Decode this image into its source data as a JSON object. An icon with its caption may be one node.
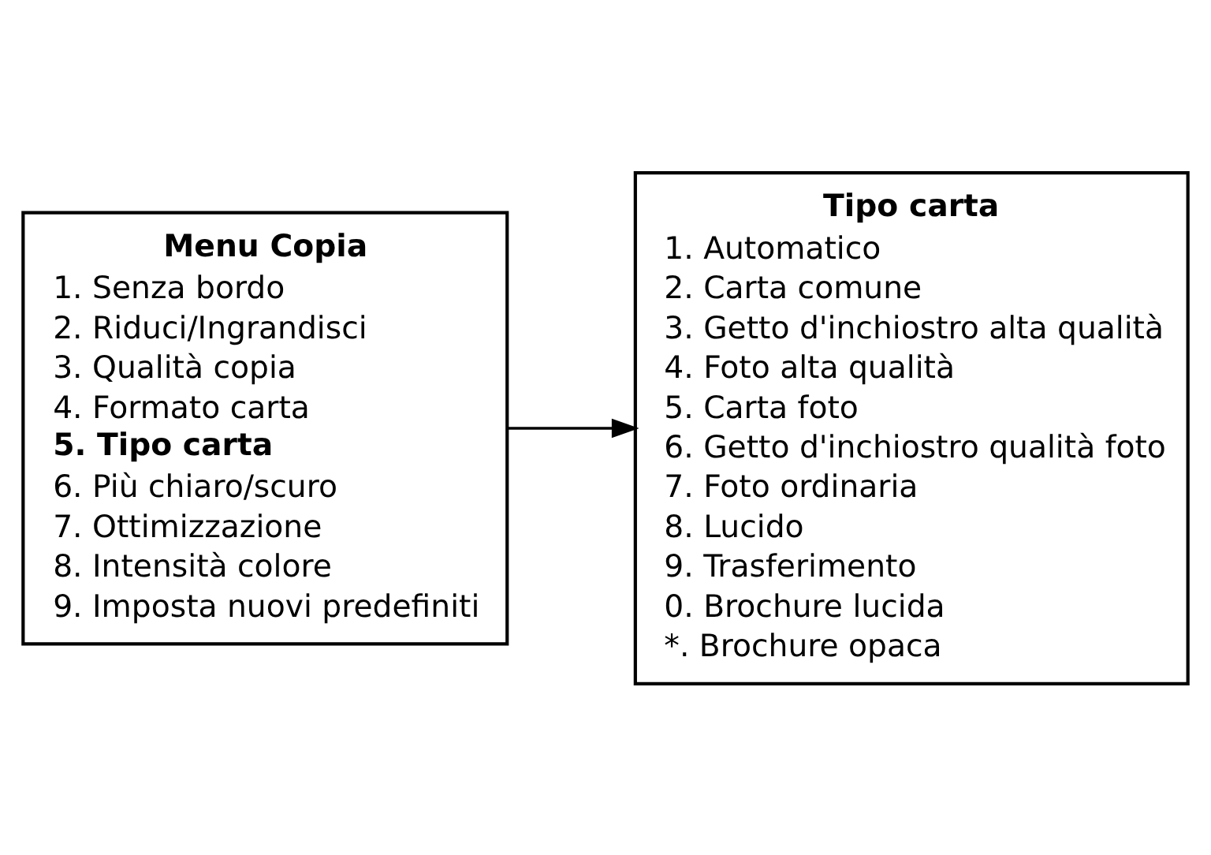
{
  "diagram": {
    "nodes": [
      {
        "text": [
          "Menu Copia",
          "1. Senza bordo",
          "2. Riduci/Ingrandisci",
          "3. Qualità copia",
          "4. Formato carta",
          "**5. Tipo carta**",
          "6. Più chiaro/scuro",
          "7. Ottimizzazione",
          "8. Intensità colore",
          "9. Imposta nuovi predefiniti"
        ]
      },
      {
        "text": [
          "Tipo carta",
          "1. Automatico",
          "2. Carta comune",
          "3. Getto d'inchiostro alta qualità",
          "4. Foto alta qualità",
          "5. Carta foto",
          "6. Getto d'inchiostro qualità foto",
          "7. Foto ordinaria",
          "8. Lucido",
          "9. Trasferimento",
          "0. Brochure lucida",
          "*. Brochure opaca"
        ]
      }
    ],
    "edges": [
      {
        "from": 0,
        "to": 1,
        "arrow": "to"
      }
    ]
  }
}
